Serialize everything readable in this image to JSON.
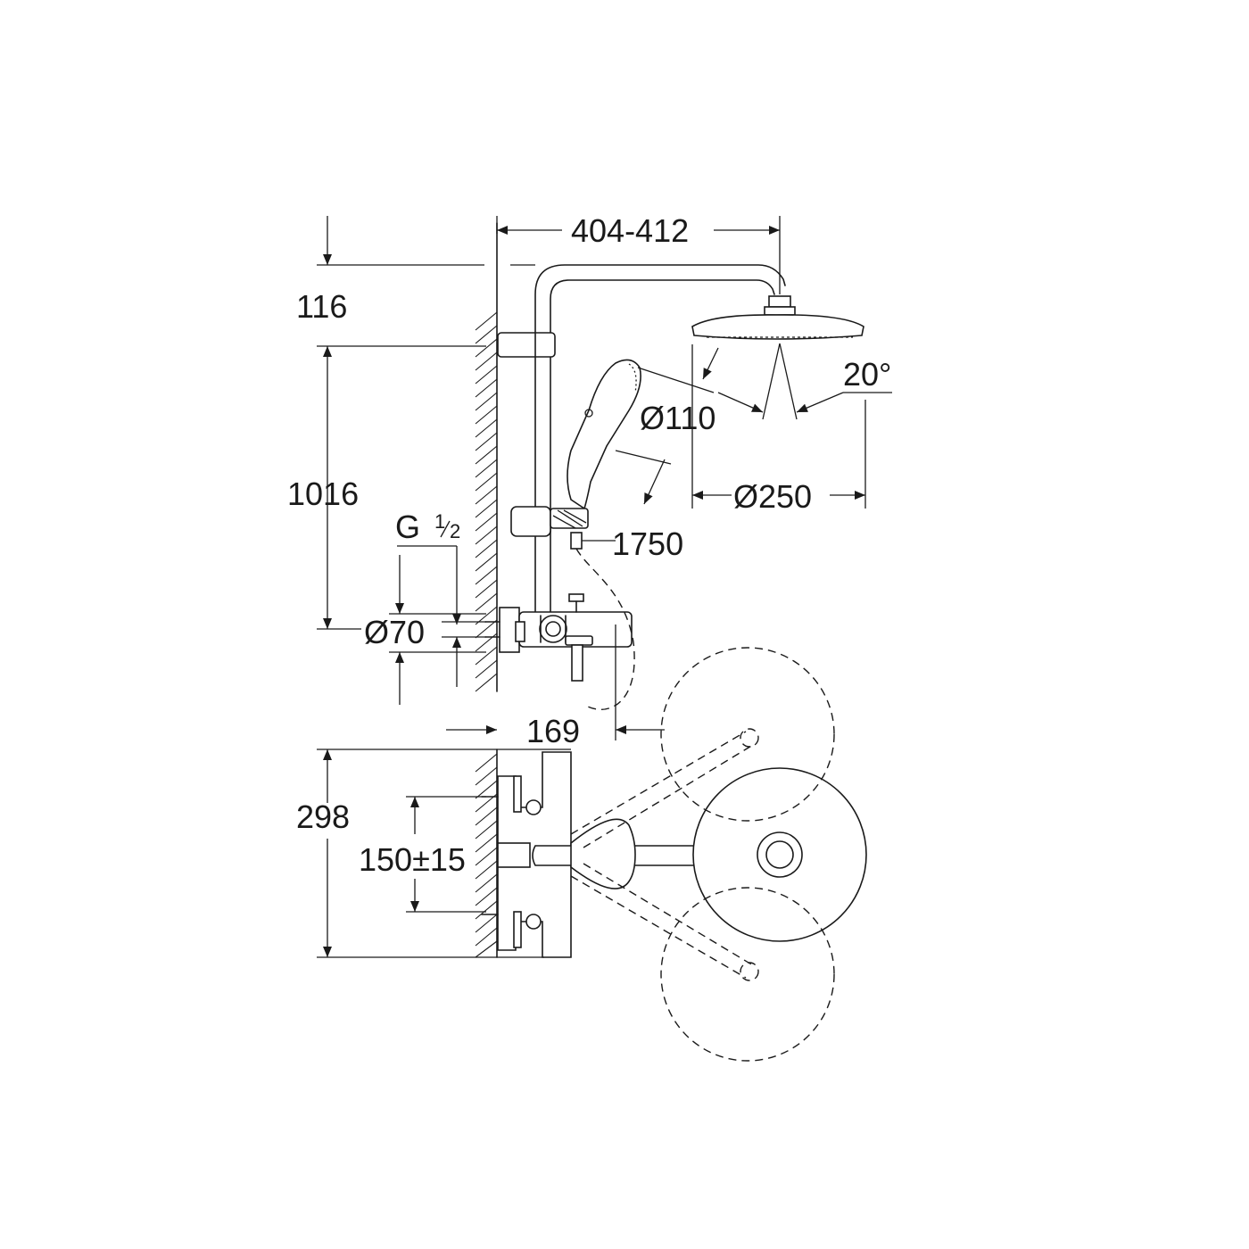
{
  "dimensions": {
    "top_offset": "116",
    "rail_height": "1016",
    "arm_reach": "404-412",
    "head_tilt": "20°",
    "hand_shower_dia": "Ø110",
    "head_shower_dia": "Ø250",
    "hose_length": "1750",
    "thread_base": "G",
    "thread_num": "1",
    "thread_den": "2",
    "escutcheon_dia": "Ø70",
    "wall_clearance": "169",
    "mixer_height": "298",
    "inlet_spacing": "150±15"
  }
}
